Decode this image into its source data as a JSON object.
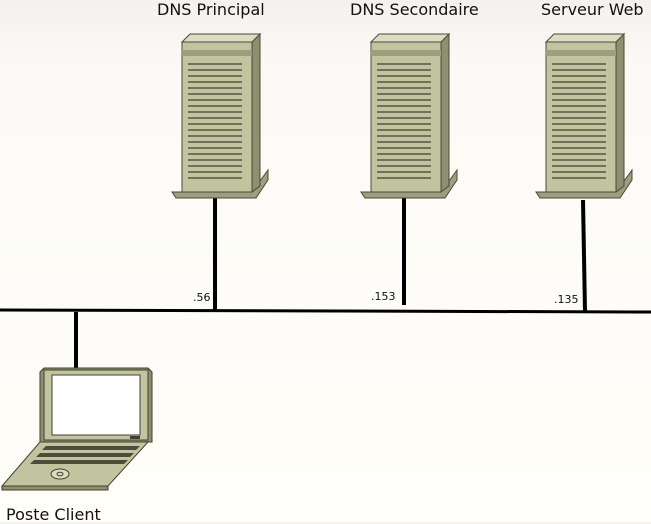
{
  "nodes": {
    "dns_principal": {
      "label": "DNS Principal",
      "ip": ".56"
    },
    "dns_secondaire": {
      "label": "DNS Secondaire",
      "ip": ".153"
    },
    "serveur_web": {
      "label": "Serveur Web",
      "ip": ".135"
    },
    "poste_client": {
      "label": "Poste Client"
    }
  },
  "colors": {
    "server_body": "#c2c4a0",
    "server_dark": "#8d8f6e",
    "server_light": "#dcdcc0",
    "line": "#000000",
    "screen": "#ffffff"
  }
}
